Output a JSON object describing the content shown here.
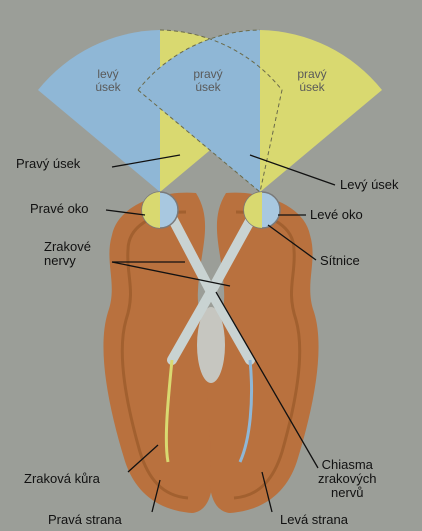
{
  "colors": {
    "background": "#9b9e98",
    "left_field": "#8fb7d6",
    "right_field": "#d9d970",
    "brain": "#b9713e",
    "brain_fold": "#a2602f",
    "nerve": "#c9d3d2",
    "eye": "#a8c8e0",
    "label_line": "#111111"
  },
  "fields": {
    "left_field_top": "levý",
    "left_field_bottom": "úsek",
    "right_field_top": "pravý",
    "right_field_bottom": "úsek",
    "right_field2_top": "pravý",
    "right_field2_bottom": "úsek"
  },
  "labels": {
    "right_segment": "Pravý úsek",
    "left_segment": "Levý úsek",
    "right_eye": "Pravé oko",
    "left_eye": "Levé oko",
    "retina": "Sítnice",
    "optic_nerves_line1": "Zrakové",
    "optic_nerves_line2": "nervy",
    "visual_cortex": "Zraková kůra",
    "chiasm_line1": "Chiasma",
    "chiasm_line2": "zrakových",
    "chiasm_line3": "nervů",
    "right_side": "Pravá strana",
    "left_side": "Levá strana"
  }
}
